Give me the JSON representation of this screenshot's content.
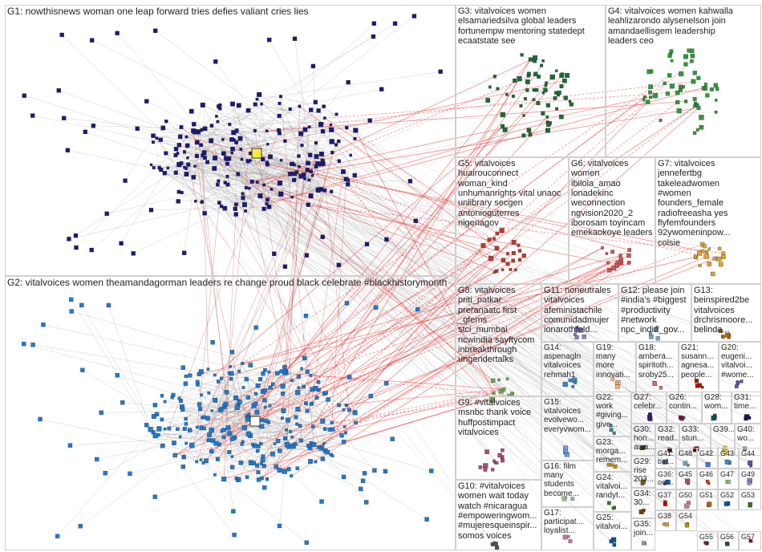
{
  "groups": [
    {
      "id": "G1",
      "label": "G1: nowthisnews woman one leap forward tries defies valiant cries lies",
      "color": "#1a1a7a"
    },
    {
      "id": "G2",
      "label": "G2: vitalvoices women theamandagorman leaders re change proud black celebrate #blackhistorymonth",
      "color": "#1f7ad1"
    },
    {
      "id": "G3",
      "label": "G3: vitalvoices women\nelsamariedsilva global leaders\nfortunempw mentoring statedept\necaatstate see",
      "color": "#1c6b34"
    },
    {
      "id": "G4",
      "label": "G4: vitalvoices women kahwalla\nleahlizarondo alysenelson join\namandaellisgem leadership\nleaders ceo",
      "color": "#2e9a3c"
    },
    {
      "id": "G5",
      "label": "G5: vitalvoices\nhuairouconnect\nwoman_kind\nunhumanrights vital unaoc\nunlibrary secgen\nantonioguterres\nnigeriagov",
      "color": "#c0392b"
    },
    {
      "id": "G6",
      "label": "G6: vitalvoices women\nibilola_amao lonadekinc\nweconnection\nngvision2020_2\niborosam toyincam\nemekaokoye leaders",
      "color": "#d35454"
    },
    {
      "id": "G7",
      "label": "G7: vitalvoices\njennefertbg\ntakeleadwomen\n#women\nfounders_female\nradiofreeasha yes\nflyfemfounders\n92ywomeninpow...\ncolsie",
      "color": "#e0a030"
    },
    {
      "id": "G8",
      "label": "G8: vitalvoices\npriti_patkar\npreranaatc first\n_gfems\nstci_mumbai\nncwindia sayftycom\ninbreakthrough\nungendertalks",
      "color": "#6aa84f"
    },
    {
      "id": "G9",
      "label": "G9: #vitalvoices\nmsnbc thank voice\nhuffpostimpact\nvitalvoices",
      "color": "#a64d79"
    },
    {
      "id": "G10",
      "label": "G10: #vitalvoices\nwomen wait today\nwatch #nicaragua\n#empoweringwom...\n#mujeresqueinspir...\nsomos voices",
      "color": "#555555"
    },
    {
      "id": "G11",
      "label": "G11: noneutrales\nvitalvoices\nafeministachile\ncomunidadmujer\nionarothfeld...",
      "color": "#8e7cc3"
    },
    {
      "id": "G12",
      "label": "G12: please join\n#india's #biggest\n#productivity\n#network\nnpc_india_gov...",
      "color": "#76a5af"
    },
    {
      "id": "G13",
      "label": "G13:\nbeinspired2be\nvitalvoices\ndrchrismoore...\nbelinda...",
      "color": "#b45f06"
    },
    {
      "id": "G14",
      "label": "G14:\naspenagln\nvitalvoices\nrehmah1",
      "color": "#3d85c6"
    },
    {
      "id": "G15",
      "label": "G15:\nvitalvoices\nevolvewo...\neveryvwom...",
      "color": "#6d9eeb"
    },
    {
      "id": "G16",
      "label": "G16: film\nmany\nstudents\nbecome...",
      "color": "#93c47d"
    },
    {
      "id": "G17",
      "label": "G17:\nparticipat...\nloyalist...",
      "color": "#c27ba0"
    },
    {
      "id": "G18",
      "label": "G18:\nambera...\nspiritoth...\nsroby25...",
      "color": "#e06666"
    },
    {
      "id": "G19",
      "label": "G19:\nmany\nmore\ninnovati...",
      "color": "#f6b26b"
    },
    {
      "id": "G20",
      "label": "G20:\neugeni...\nvitalvoi...\n#wome...",
      "color": "#674ea7"
    },
    {
      "id": "G21",
      "label": "G21:\nsusann...\nagnesa...\npeople...",
      "color": "#a61c00"
    },
    {
      "id": "G22",
      "label": "G22:\nwork\n#giving...\ngive...",
      "color": "#45818e"
    },
    {
      "id": "G23",
      "label": "G23:\nmorga...\nremem...",
      "color": "#bf9000"
    },
    {
      "id": "G24",
      "label": "G24:\nvitalvoi...\nrandyt...",
      "color": "#38761d"
    },
    {
      "id": "G25",
      "label": "G25:\nvitalvoi...",
      "color": "#0b5394"
    },
    {
      "id": "G26",
      "label": "G26:\ncontin...",
      "color": "#741b47"
    },
    {
      "id": "G27",
      "label": "G27:\ncelebr...",
      "color": "#351c75"
    },
    {
      "id": "G28",
      "label": "G28:\nwom...",
      "color": "#134f5c"
    },
    {
      "id": "G29",
      "label": "G29:\nrise\n203...",
      "color": "#7f6000"
    },
    {
      "id": "G30",
      "label": "G30:\nhon...\nawa...",
      "color": "#274e13"
    },
    {
      "id": "G31",
      "label": "G31:\ntime...",
      "color": "#20124d"
    },
    {
      "id": "G32",
      "label": "G32:\nread...",
      "color": "#4c1130"
    },
    {
      "id": "G33",
      "label": "G33:\nstun...",
      "color": "#660000"
    },
    {
      "id": "G34",
      "label": "G34:\n30...",
      "color": "#783f04"
    },
    {
      "id": "G35",
      "label": "G35:\njoin...",
      "color": "#999999"
    },
    {
      "id": "G36",
      "label": "G36:\nom...",
      "color": "#1155cc"
    },
    {
      "id": "G37",
      "label": "G37",
      "color": "#cc0000"
    },
    {
      "id": "G38",
      "label": "G38",
      "color": "#e69138"
    },
    {
      "id": "G39",
      "label": "G39...",
      "color": "#f1c232"
    },
    {
      "id": "G40",
      "label": "G40:\nwo...",
      "color": "#6aa84f"
    },
    {
      "id": "G41",
      "label": "G41:\nbaf...",
      "color": "#45818e"
    },
    {
      "id": "G42",
      "label": "G42",
      "color": "#3c78d8"
    },
    {
      "id": "G43",
      "label": "G43",
      "color": "#3d85c6"
    },
    {
      "id": "G44",
      "label": "G44",
      "color": "#674ea7"
    },
    {
      "id": "G45",
      "label": "G45",
      "color": "#a64d79"
    },
    {
      "id": "G46",
      "label": "G46",
      "color": "#cc4125"
    },
    {
      "id": "G47",
      "label": "G47",
      "color": "#93c47d"
    },
    {
      "id": "G48",
      "label": "G48",
      "color": "#76a5af"
    },
    {
      "id": "G49",
      "label": "G49",
      "color": "#8e7cc3"
    },
    {
      "id": "G50",
      "label": "G50",
      "color": "#c27ba0"
    },
    {
      "id": "G51",
      "label": "G51",
      "color": "#b45f06"
    },
    {
      "id": "G52",
      "label": "G52",
      "color": "#0b5394"
    },
    {
      "id": "G53",
      "label": "G53",
      "color": "#38761d"
    },
    {
      "id": "G54",
      "label": "G54",
      "color": "#bf9000"
    },
    {
      "id": "G55",
      "label": "G55",
      "color": "#741b47"
    },
    {
      "id": "G56",
      "label": "G56",
      "color": "#134f5c"
    },
    {
      "id": "G57",
      "label": "G57",
      "color": "#990000"
    }
  ],
  "colors": {
    "edge": "#8a8a8a",
    "cross_edge": "#e53935",
    "box_border": "#cfcfcf"
  }
}
